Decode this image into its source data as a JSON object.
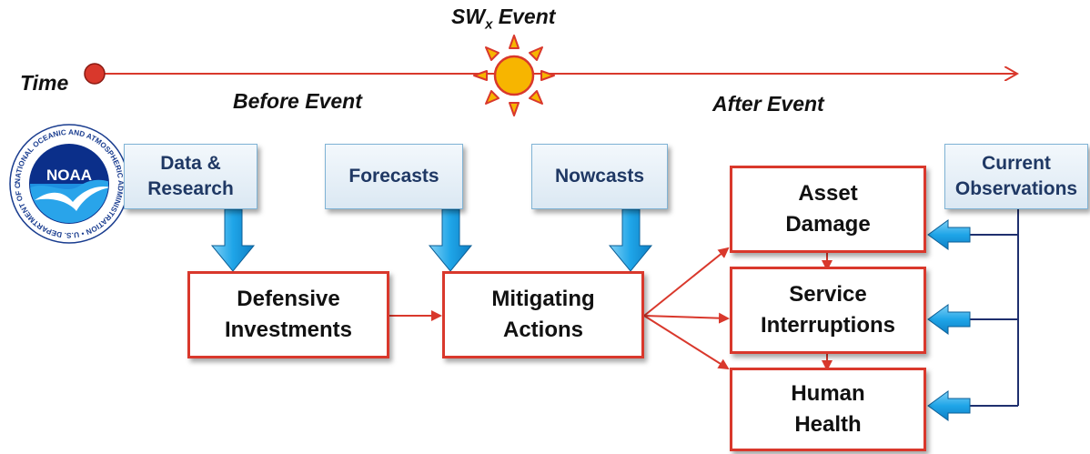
{
  "timeline": {
    "time_label": "Time",
    "event_label": "SW",
    "event_subscript": "x",
    "event_suffix": " Event",
    "before_label": "Before Event",
    "after_label": "After Event"
  },
  "logo": {
    "name": "NOAA",
    "ring_text": "NATIONAL OCEANIC AND ATMOSPHERIC ADMINISTRATION • U.S. DEPARTMENT OF COMMERCE •",
    "center_text": "NOAA"
  },
  "inputs": {
    "data_research": [
      "Data &",
      "Research"
    ],
    "forecasts": [
      "Forecasts"
    ],
    "nowcasts": [
      "Nowcasts"
    ],
    "current_observations": [
      "Current",
      "Observations"
    ]
  },
  "actions": {
    "defensive": [
      "Defensive",
      "Investments"
    ],
    "mitigating": [
      "Mitigating",
      "Actions"
    ]
  },
  "impacts": {
    "asset": [
      "Asset",
      "Damage"
    ],
    "service": [
      "Service",
      "Interruptions"
    ],
    "health": [
      "Human",
      "Health"
    ]
  },
  "colors": {
    "accent_red": "#d9382c",
    "blue_arrow": "#2aa6e6",
    "blue_text": "#1f3864",
    "navy_line": "#1f2f6e",
    "sun": "#f7b500"
  }
}
